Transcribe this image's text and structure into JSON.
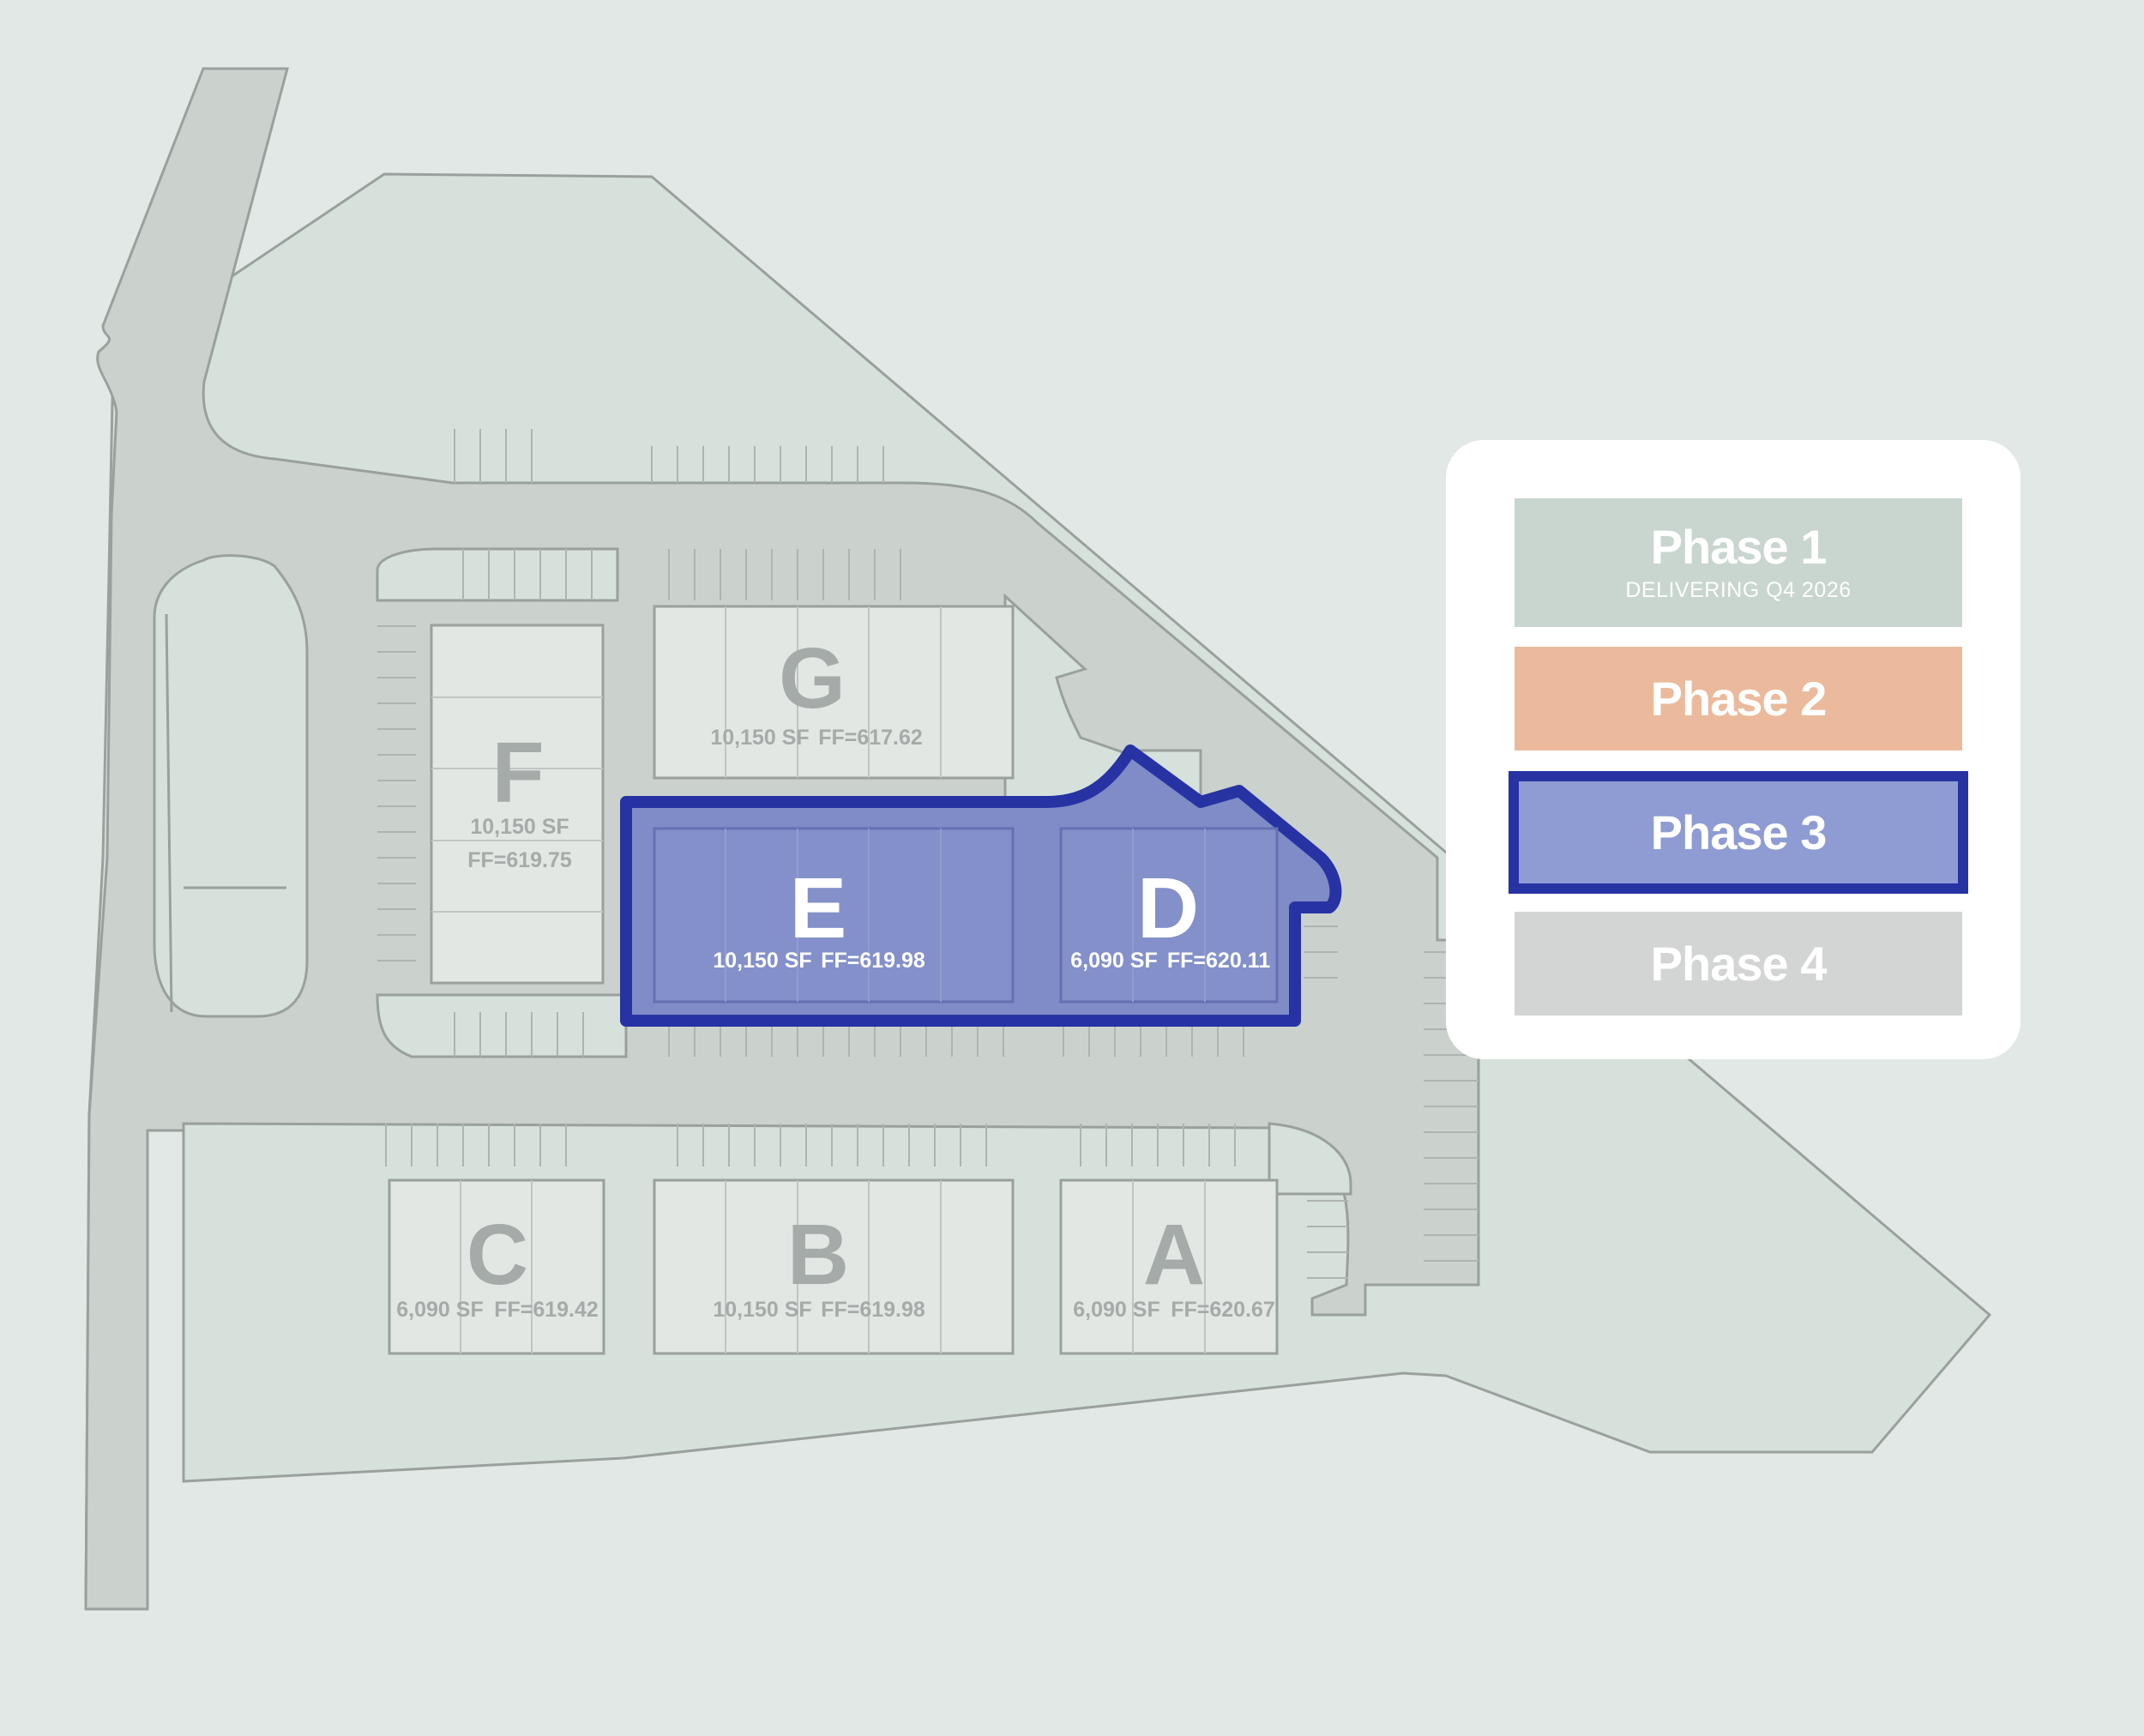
{
  "legend": {
    "phases": [
      {
        "label": "Phase 1",
        "sub": "DELIVERING Q4 2026",
        "color": "#c9d6cf"
      },
      {
        "label": "Phase 2",
        "color": "#ebba9c"
      },
      {
        "label": "Phase 3",
        "color": "#8f9cd3",
        "border": "#2733a3",
        "selected": true
      },
      {
        "label": "Phase 4",
        "color": "#d3d5d4"
      }
    ]
  },
  "buildings": {
    "G": {
      "letter": "G",
      "area": "10,150 SF",
      "ff": "FF=617.62"
    },
    "F": {
      "letter": "F",
      "area": "10,150 SF",
      "ff": "FF=619.75"
    },
    "E": {
      "letter": "E",
      "area": "10,150 SF",
      "ff": "FF=619.98"
    },
    "D": {
      "letter": "D",
      "area": "6,090 SF",
      "ff": "FF=620.11"
    },
    "C": {
      "letter": "C",
      "area": "6,090 SF",
      "ff": "FF=619.42"
    },
    "B": {
      "letter": "B",
      "area": "10,150 SF",
      "ff": "FF=619.98"
    },
    "A": {
      "letter": "A",
      "area": "6,090 SF",
      "ff": "FF=620.67"
    }
  },
  "colors": {
    "background": "#e2e8e5",
    "site": "#d7e1dc",
    "road": "#cbd1cd",
    "outline": "#9aa19d",
    "building": "#e2e7e4",
    "phase3_fill": "#7f8cc7",
    "phase3_border": "#2733a3"
  }
}
